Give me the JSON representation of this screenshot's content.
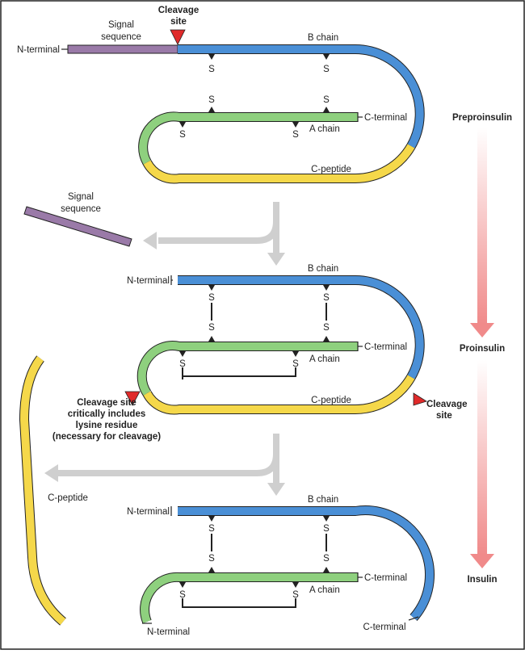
{
  "colors": {
    "b_chain": "#4a8fd6",
    "a_chain": "#8ed07e",
    "c_peptide": "#f5d84a",
    "signal": "#9a7aa8",
    "cleavage": "#e02a2a",
    "arrow_gray": "#cfcfcf",
    "progress_top": "#ffffff",
    "progress_bottom": "#f08a8a",
    "outline": "#222222"
  },
  "labels": {
    "n_terminal": "N-terminal",
    "c_terminal": "C-terminal",
    "b_chain": "B chain",
    "a_chain": "A chain",
    "c_peptide": "C-peptide",
    "sulfur": "S",
    "signal_sequence_line1": "Signal",
    "signal_sequence_line2": "sequence",
    "cleavage_line1": "Cleavage",
    "cleavage_line2": "site",
    "lysine_line1": "Cleavage site",
    "lysine_line2": "critically includes",
    "lysine_line3": "lysine residue",
    "lysine_line4": "(necessary for cleavage)"
  },
  "stages": [
    "Preproinsulin",
    "Proinsulin",
    "Insulin"
  ]
}
